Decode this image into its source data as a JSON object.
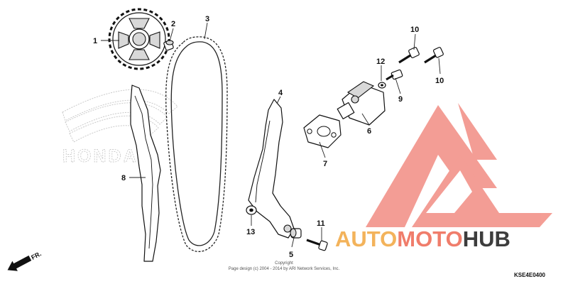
{
  "diagram": {
    "code": "KSE4E0400",
    "direction_label": "FR.",
    "copyright_line1": "Copyright",
    "copyright_line2": "Page design (c) 2004 - 2014 by ARI Network Services, Inc."
  },
  "background_logo": {
    "wordmark": "HONDA"
  },
  "watermark": {
    "parts": [
      "AUTO",
      "MOTO",
      "HUB"
    ],
    "colors": {
      "auto": "#f3b35b",
      "moto": "#f07d6b",
      "hub": "#3d3d3d",
      "logo": "#f07d72"
    }
  },
  "callouts": [
    {
      "id": "1",
      "label": "1"
    },
    {
      "id": "2",
      "label": "2"
    },
    {
      "id": "3",
      "label": "3"
    },
    {
      "id": "4",
      "label": "4"
    },
    {
      "id": "5",
      "label": "5"
    },
    {
      "id": "6",
      "label": "6"
    },
    {
      "id": "7",
      "label": "7"
    },
    {
      "id": "8",
      "label": "8"
    },
    {
      "id": "9",
      "label": "9"
    },
    {
      "id": "10a",
      "label": "10"
    },
    {
      "id": "10b",
      "label": "10"
    },
    {
      "id": "11",
      "label": "11"
    },
    {
      "id": "12",
      "label": "12"
    },
    {
      "id": "13",
      "label": "13"
    }
  ]
}
